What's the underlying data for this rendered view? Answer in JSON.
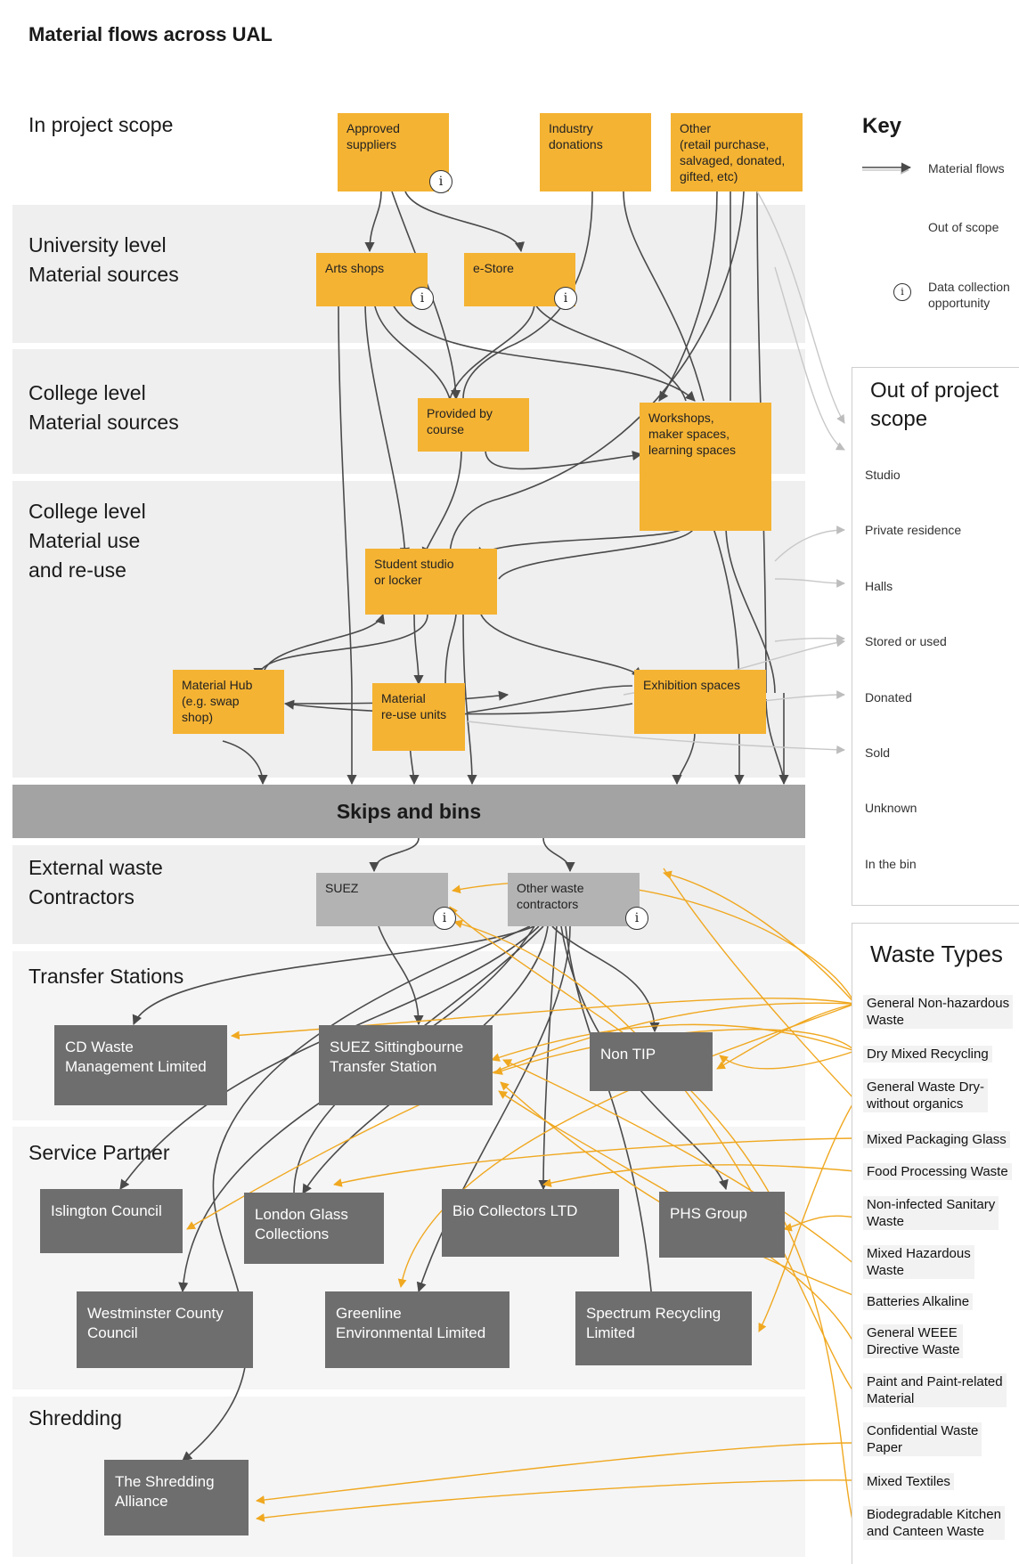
{
  "title": "Material flows across UAL",
  "bands": [
    {
      "label": "In project scope"
    },
    {
      "label": "University level\nMaterial sources"
    },
    {
      "label": "College level\nMaterial sources"
    },
    {
      "label": "College level\nMaterial use\nand re-use"
    },
    {
      "label": "External waste\nContractors"
    },
    {
      "label": "Transfer Stations"
    },
    {
      "label": "Service Partner"
    },
    {
      "label": "Shredding"
    }
  ],
  "yellow_boxes": {
    "approved_suppliers": "Approved\nsuppliers",
    "industry_donations": "Industry\ndonations",
    "other": "Other\n(retail purchase,\nsalvaged, donated,\ngifted, etc)",
    "arts_shops": "Arts shops",
    "e_store": "e-Store",
    "provided_by_course": "Provided by\ncourse",
    "workshops": "Workshops,\nmaker spaces,\nlearning spaces",
    "student_studio": "Student studio\nor locker",
    "material_hub": "Material Hub\n(e.g. swap\nshop)",
    "material_reuse": "Material\nre-use units",
    "exhibition_spaces": "Exhibition spaces"
  },
  "skips": "Skips and bins",
  "contractors": {
    "suez": "SUEZ",
    "other": "Other waste\ncontractors"
  },
  "destinations": {
    "cd_waste": "CD Waste\nManagement Limited",
    "suez_sittingbourne": "SUEZ Sittingbourne\nTransfer Station",
    "non_tip": "Non TIP",
    "islington": "Islington Council",
    "london_glass": "London Glass\nCollections",
    "bio_collectors": "Bio Collectors LTD",
    "phs": "PHS Group",
    "westminster": "Westminster County\nCouncil",
    "greenline": "Greenline\nEnvironmental Limited",
    "spectrum": "Spectrum Recycling\nLimited",
    "shredding": "The Shredding\nAlliance"
  },
  "info_symbol": "i",
  "key": {
    "title": "Key",
    "material_flows": "Material flows",
    "out_of_scope": "Out of scope",
    "data_collection": "Data collection\nopportunity"
  },
  "out_of_scope_panel": {
    "title": "Out of project\nscope",
    "items": [
      "Studio",
      "Private residence",
      "Halls",
      "Stored or used",
      "Donated",
      "Sold",
      "Unknown",
      "In the bin"
    ]
  },
  "waste_types_panel": {
    "title": "Waste Types",
    "items": [
      "General Non-hazardous\nWaste",
      "Dry Mixed Recycling",
      "General Waste Dry-\nwithout organics",
      "Mixed Packaging Glass",
      "Food Processing Waste",
      "Non-infected Sanitary\nWaste",
      "Mixed Hazardous\nWaste",
      "Batteries Alkaline",
      "General WEEE\nDirective Waste",
      "Paint and Paint-related\nMaterial",
      "Confidential Waste\nPaper",
      "Mixed Textiles",
      "Biodegradable Kitchen\nand Canteen Waste"
    ]
  },
  "colors": {
    "flow": "#4a4a4a",
    "waste_link": "#f0a820",
    "out_of_scope_line": "#c8c8c8",
    "yellow_box": "#f5b333",
    "dark_box": "#6e6e6e",
    "skips": "#a3a3a3",
    "band": "#efefef"
  }
}
